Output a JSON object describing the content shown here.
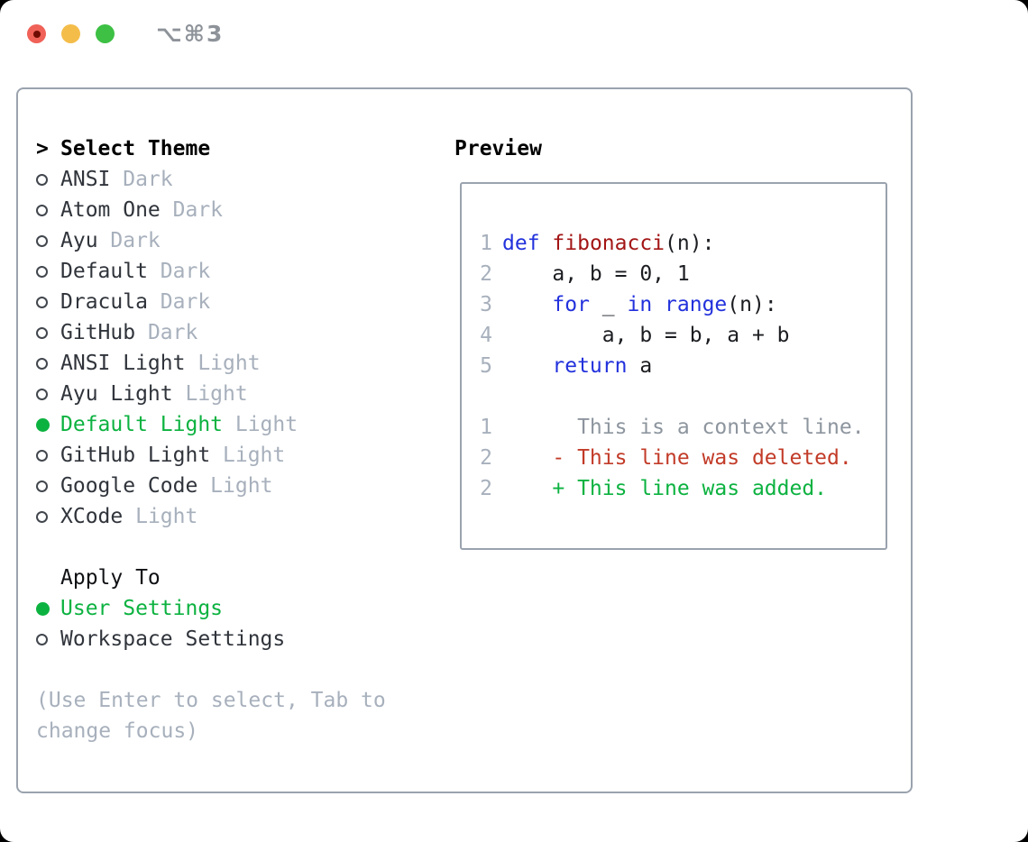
{
  "colors": {
    "green": "#0cb240",
    "diff-red": "#c23b28",
    "keyword": "#2231dc",
    "function": "#a31515",
    "muted": "#a7b0bc",
    "context": "#8d959e",
    "border": "#9aa3ae",
    "title-gray": "#8e939a",
    "traffic-red": "#f06157",
    "traffic-red-dot": "#6f0b03",
    "traffic-yellow": "#f4bd4a",
    "traffic-green": "#3dc044"
  },
  "titlebar": {
    "shortcut": "⌥⌘3",
    "icons": [
      "close-button",
      "minimize-button",
      "zoom-button"
    ]
  },
  "theme_panel": {
    "select_prompt": ">",
    "select_header": "Select Theme",
    "themes": [
      {
        "name": "ANSI",
        "variant": "Dark",
        "selected": false
      },
      {
        "name": "Atom One",
        "variant": "Dark",
        "selected": false
      },
      {
        "name": "Ayu",
        "variant": "Dark",
        "selected": false
      },
      {
        "name": "Default",
        "variant": "Dark",
        "selected": false
      },
      {
        "name": "Dracula",
        "variant": "Dark",
        "selected": false
      },
      {
        "name": "GitHub",
        "variant": "Dark",
        "selected": false
      },
      {
        "name": "ANSI Light",
        "variant": "Light",
        "selected": false
      },
      {
        "name": "Ayu Light",
        "variant": "Light",
        "selected": false
      },
      {
        "name": "Default Light",
        "variant": "Light",
        "selected": true
      },
      {
        "name": "GitHub Light",
        "variant": "Light",
        "selected": false
      },
      {
        "name": "Google Code",
        "variant": "Light",
        "selected": false
      },
      {
        "name": "XCode",
        "variant": "Light",
        "selected": false
      }
    ],
    "apply_header": "Apply To",
    "apply_options": [
      {
        "name": "User Settings",
        "selected": true
      },
      {
        "name": "Workspace Settings",
        "selected": false
      }
    ],
    "hint_lines": [
      "(Use Enter to select, Tab to",
      "change focus)"
    ]
  },
  "preview": {
    "header": "Preview",
    "code_lines": [
      {
        "num": "1",
        "tokens": [
          {
            "text": "def",
            "color": "keyword"
          },
          {
            "text": " ",
            "color": "plain"
          },
          {
            "text": "fibonacci",
            "color": "function"
          },
          {
            "text": "(n):",
            "color": "plain"
          }
        ]
      },
      {
        "num": "2",
        "tokens": [
          {
            "text": "    a, b = 0, 1",
            "color": "plain"
          }
        ]
      },
      {
        "num": "3",
        "tokens": [
          {
            "text": "    ",
            "color": "plain"
          },
          {
            "text": "for",
            "color": "keyword"
          },
          {
            "text": " _ ",
            "color": "plain"
          },
          {
            "text": "in",
            "color": "keyword"
          },
          {
            "text": " ",
            "color": "plain"
          },
          {
            "text": "range",
            "color": "keyword"
          },
          {
            "text": "(n):",
            "color": "plain"
          }
        ]
      },
      {
        "num": "4",
        "tokens": [
          {
            "text": "        a, b = b, a + b",
            "color": "plain"
          }
        ]
      },
      {
        "num": "5",
        "tokens": [
          {
            "text": "    ",
            "color": "plain"
          },
          {
            "text": "return",
            "color": "keyword"
          },
          {
            "text": " a",
            "color": "plain"
          }
        ]
      },
      {
        "num": "",
        "tokens": []
      },
      {
        "num": "1",
        "tokens": [
          {
            "text": "      This is a context line.",
            "color": "context"
          }
        ]
      },
      {
        "num": "2",
        "tokens": [
          {
            "text": "    - This line was deleted.",
            "color": "deleted"
          }
        ]
      },
      {
        "num": "2",
        "tokens": [
          {
            "text": "    + This line was added.",
            "color": "added"
          }
        ]
      }
    ]
  }
}
